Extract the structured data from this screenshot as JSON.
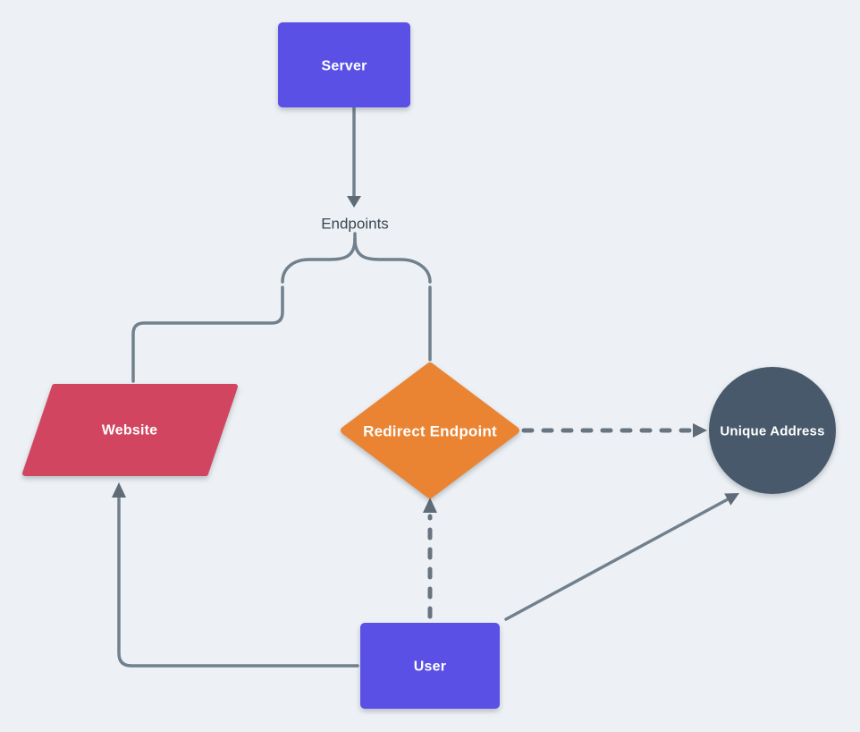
{
  "diagram": {
    "colors": {
      "background": "#edf1f5",
      "line": "#71808c",
      "dashed_line": "#68747f",
      "arrowhead": "#5f6c77"
    },
    "nodes": {
      "server": {
        "label": "Server",
        "shape": "rectangle",
        "fill": "#5a50e6",
        "text_color": "#ffffff"
      },
      "endpoints": {
        "label": "Endpoints",
        "shape": "text-label",
        "text_color": "#3a464f"
      },
      "website": {
        "label": "Website",
        "shape": "parallelogram",
        "fill": "#d24560",
        "text_color": "#ffffff"
      },
      "redirect_endpoint": {
        "label": "Redirect Endpoint",
        "shape": "diamond",
        "fill": "#ea8433",
        "text_color": "#ffffff"
      },
      "unique_address": {
        "label": "Unique Address",
        "shape": "circle",
        "fill": "#47596b",
        "text_color": "#ffffff"
      },
      "user": {
        "label": "User",
        "shape": "rectangle",
        "fill": "#5a50e6",
        "text_color": "#ffffff"
      }
    },
    "edges": [
      {
        "from": "Server",
        "to": "Endpoints",
        "line": "solid",
        "arrow": "to"
      },
      {
        "from": "Endpoints",
        "to": "Website",
        "line": "solid",
        "arrow": "none"
      },
      {
        "from": "Endpoints",
        "to": "Redirect Endpoint",
        "line": "solid",
        "arrow": "none"
      },
      {
        "from": "Redirect Endpoint",
        "to": "Unique Address",
        "line": "dashed",
        "arrow": "to"
      },
      {
        "from": "User",
        "to": "Redirect Endpoint",
        "line": "dashed",
        "arrow": "to"
      },
      {
        "from": "User",
        "to": "Unique Address",
        "line": "solid",
        "arrow": "to"
      },
      {
        "from": "User",
        "to": "Website",
        "line": "solid",
        "arrow": "to"
      }
    ]
  }
}
